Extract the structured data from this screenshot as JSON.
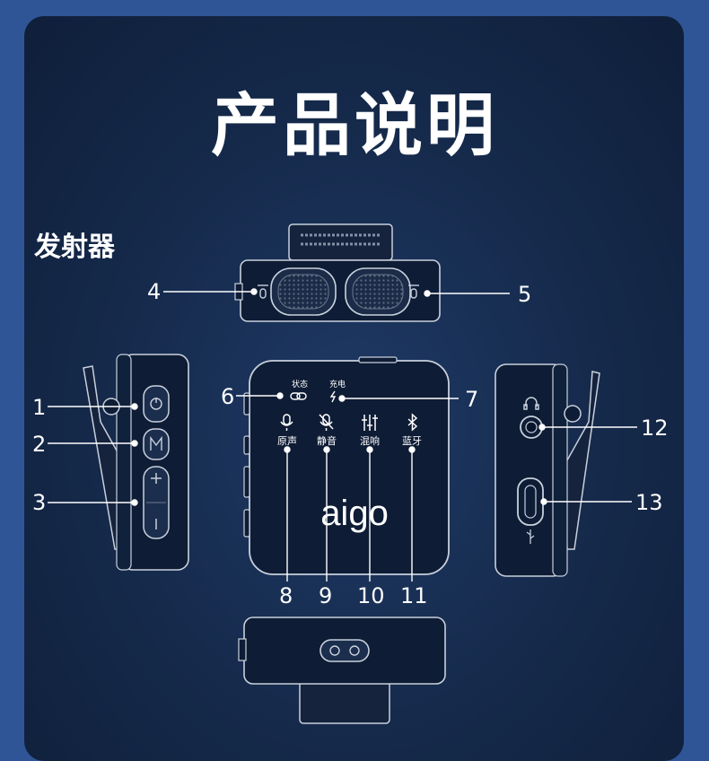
{
  "title": "产品说明",
  "section_title": "发射器",
  "brand": "aigo",
  "status_labels": {
    "status": "状态",
    "charge": "充电"
  },
  "function_labels": [
    {
      "text": "原声",
      "icon": "microphone-icon"
    },
    {
      "text": "静音",
      "icon": "microphone-mute-icon"
    },
    {
      "text": "混响",
      "icon": "mixer-icon"
    },
    {
      "text": "蓝牙",
      "icon": "bluetooth-icon"
    }
  ],
  "callouts": [
    "1",
    "2",
    "3",
    "4",
    "5",
    "6",
    "7",
    "8",
    "9",
    "10",
    "11",
    "12",
    "13"
  ],
  "colors": {
    "frame": "#2f5597",
    "panel": "#15294a",
    "device": "#0e1c35",
    "line": "#ffffff"
  }
}
